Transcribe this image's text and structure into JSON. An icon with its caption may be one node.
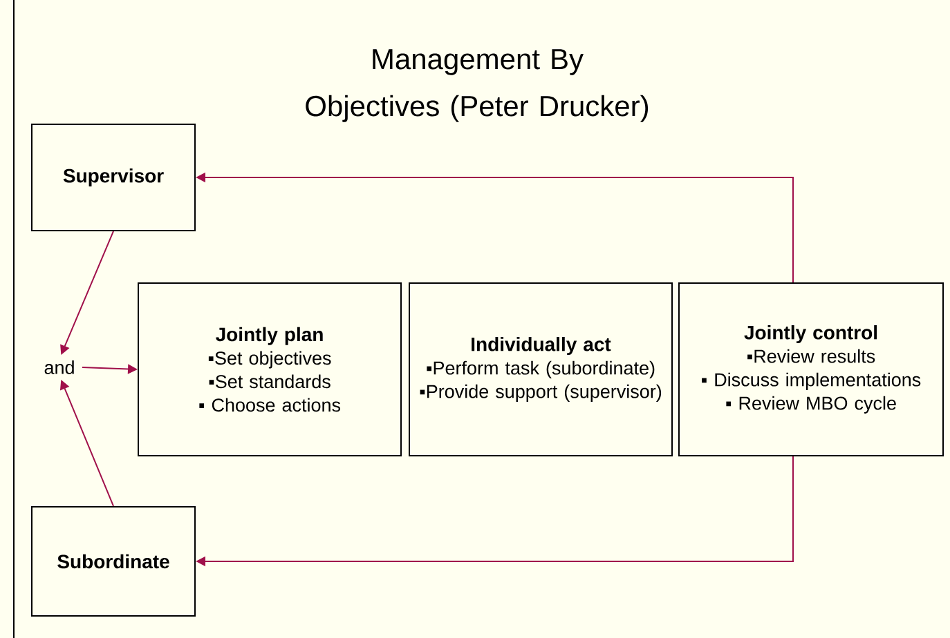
{
  "diagram": {
    "title": "Management By Objectives (Peter Drucker)",
    "nodes": [
      {
        "text": [
          "Supervisor"
        ]
      },
      {
        "text": [
          "and"
        ]
      },
      {
        "text": [
          "Subordinate"
        ]
      },
      {
        "text": [
          "Jointly plan",
          "▪Set objectives",
          "▪Set standards",
          "▪ Choose actions"
        ]
      },
      {
        "text": [
          "Individually act",
          "▪Perform task (subordinate)",
          "▪Provide support (supervisor)"
        ]
      },
      {
        "text": [
          "Jointly control",
          "▪Review results",
          "▪ Discuss implementations",
          "▪ Review MBO cycle"
        ]
      }
    ],
    "edges": [
      {
        "from": 0,
        "to": 1,
        "arrow": "to"
      },
      {
        "from": 2,
        "to": 1,
        "arrow": "to"
      },
      {
        "from": 1,
        "to": 3,
        "arrow": "to"
      },
      {
        "from": 5,
        "to": 0,
        "arrow": "to"
      },
      {
        "from": 5,
        "to": 2,
        "arrow": "to"
      }
    ]
  }
}
